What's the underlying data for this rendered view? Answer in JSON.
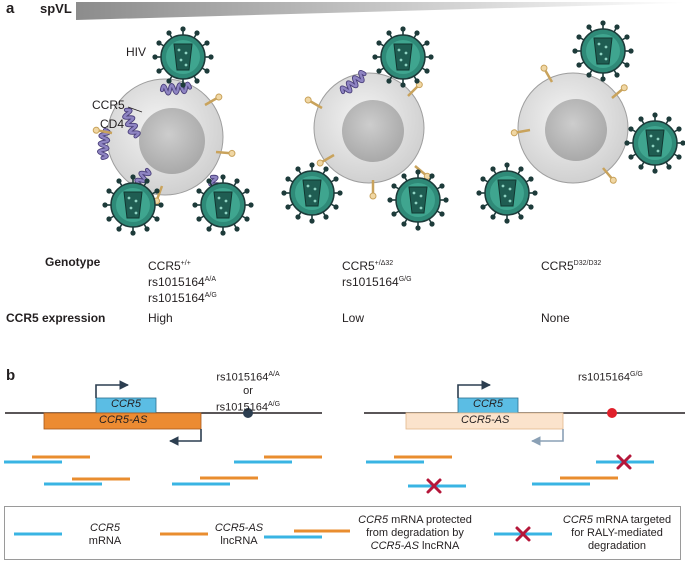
{
  "panel_a": {
    "letter": "a",
    "spvl_label": "spVL",
    "cell_labels": {
      "hiv": "HIV",
      "ccr5": "CCR5",
      "cd4": "CD4"
    },
    "genotype_header": "Genotype",
    "expression_header": "CCR5 expression",
    "columns": [
      {
        "geno_lines": [
          [
            "CCR5",
            "+/+"
          ],
          [
            "rs1015164",
            "A/A"
          ],
          [
            "rs1015164",
            "A/G"
          ]
        ],
        "expression": "High"
      },
      {
        "geno_lines": [
          [
            "CCR5",
            "+/Δ32"
          ],
          [
            "rs1015164",
            "G/G"
          ]
        ],
        "expression": "Low"
      },
      {
        "geno_lines": [
          [
            "CCR5",
            "D32/D32"
          ]
        ],
        "expression": "None"
      }
    ]
  },
  "panel_b": {
    "letter": "b",
    "left": {
      "gene_label": "CCR5",
      "antisense_label": "CCR5-AS",
      "snp_line1": "rs1015164",
      "snp_sup1": "A/A",
      "snp_or": "or",
      "snp_line2": "rs1015164",
      "snp_sup2": "A/G"
    },
    "right": {
      "gene_label": "CCR5",
      "antisense_label": "CCR5-AS",
      "snp_line1": "rs1015164",
      "snp_sup1": "G/G"
    }
  },
  "legend": {
    "items": [
      {
        "line1_it": "CCR5",
        "line1_rest": "",
        "line2": "mRNA"
      },
      {
        "line1_it": "CCR5-AS",
        "line1_rest": "",
        "line2": "lncRNA"
      },
      {
        "line1_it": "CCR5",
        "line1_rest": " mRNA protected",
        "line2": "from degradation by",
        "line3_it": "CCR5-AS",
        "line3_rest": " lncRNA"
      },
      {
        "line1_it": "CCR5",
        "line1_rest": " mRNA targeted",
        "line2": "for RALY-mediated",
        "line3": "degradation"
      }
    ]
  },
  "colors": {
    "mrna_blue": "#39b4e3",
    "lncrna_orange": "#e98d2f",
    "ccr5_box": "#5bbde4",
    "antisense_box": "#ec8b32",
    "antisense_box_faded": "#fbe3cc",
    "snp_dark": "#2c3e50",
    "snp_red": "#e0202b",
    "cross_red": "#b5173a",
    "hiv_green": "#1f6b5e",
    "receptor_purple": "#6b5fa0",
    "cd4_tan": "#d9b36a"
  }
}
